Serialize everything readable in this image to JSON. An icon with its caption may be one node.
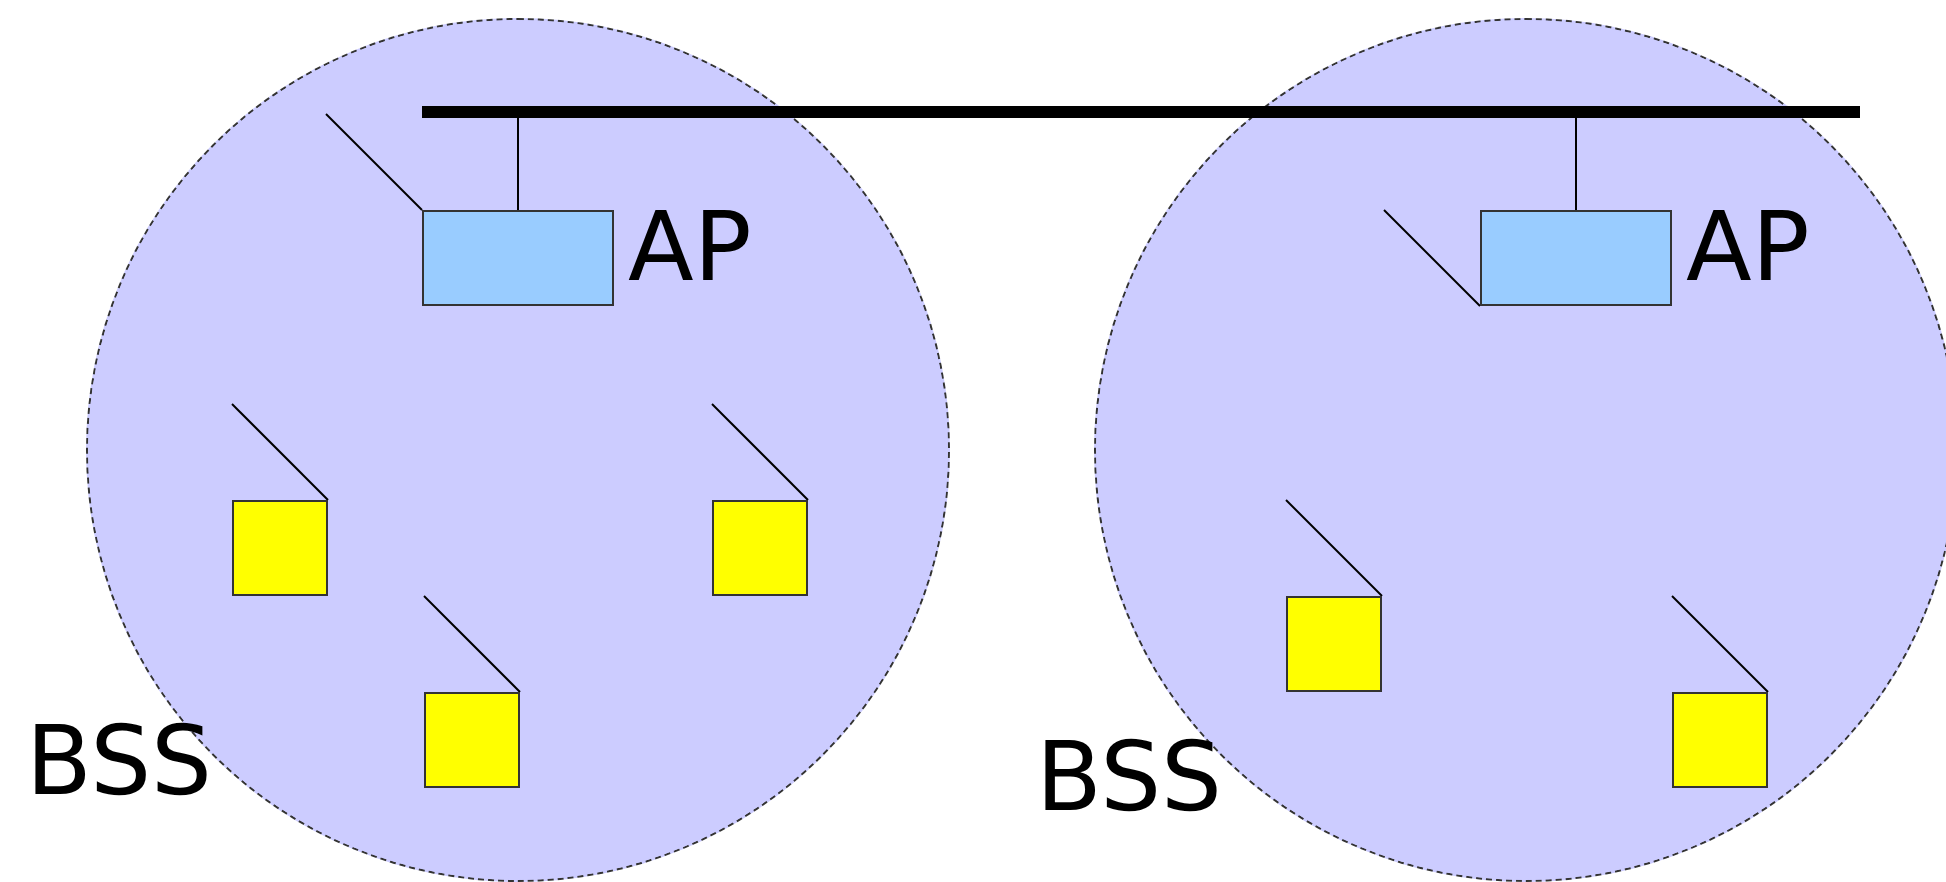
{
  "diagram": {
    "nodes": [
      {
        "text": [],
        "shape": "bar"
      },
      {
        "text": [
          "BSS"
        ]
      },
      {
        "text": [
          "AP"
        ],
        "in": 1
      },
      {
        "text": [],
        "shape": "box",
        "in": 1
      },
      {
        "text": [],
        "shape": "box",
        "in": 1
      },
      {
        "text": [],
        "shape": "box",
        "in": 1
      },
      {
        "text": [
          "BSS"
        ]
      },
      {
        "text": [
          "AP"
        ],
        "in": 6
      },
      {
        "text": [],
        "shape": "box",
        "in": 6
      },
      {
        "text": [],
        "shape": "box",
        "in": 6
      }
    ],
    "edges": [
      {
        "from": 0,
        "to": 2,
        "arrow": "none"
      },
      {
        "from": 0,
        "to": 7,
        "arrow": "none"
      }
    ]
  }
}
